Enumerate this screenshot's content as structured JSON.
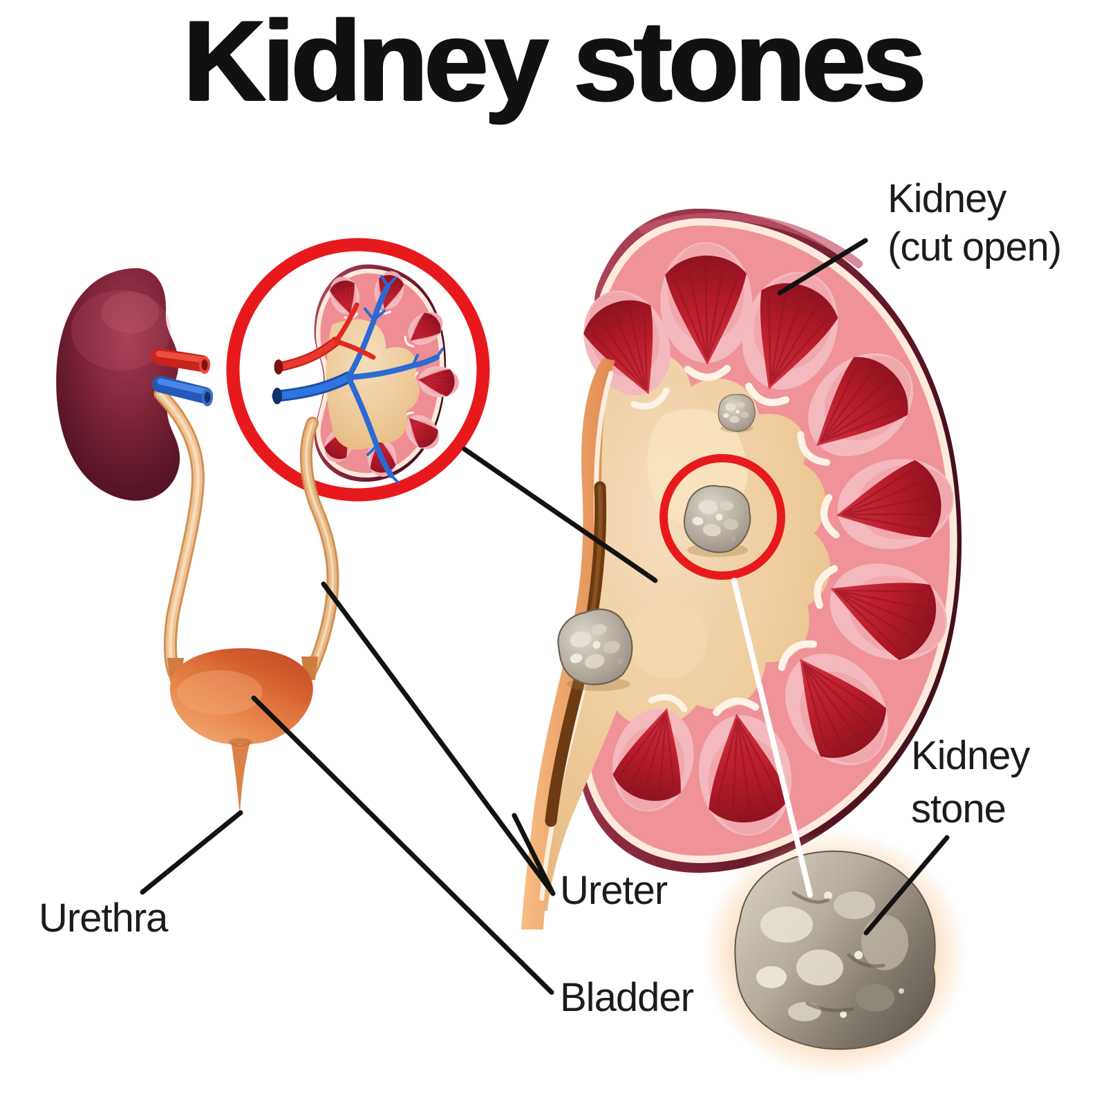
{
  "poster": {
    "title": "Kidney stones"
  },
  "labels": {
    "kidney_cut_open": {
      "line1": "Kidney",
      "line2": "(cut open)"
    },
    "kidney_stone": {
      "line1": "Kidney",
      "line2": "stone"
    },
    "ureter": "Ureter",
    "urethra": "Urethra",
    "bladder": "Bladder"
  },
  "colors": {
    "background": "#ffffff",
    "title_text": "#111111",
    "label_text": "#1c1c1c",
    "leader_line": "#121212",
    "accent_red_circle": "#e8191c",
    "kidney_whole_dark": "#6f1e30",
    "kidney_capsule": "#7e2038",
    "cortex_pink": "#ef9399",
    "pyramid_red": "#c0212e",
    "renal_pelvis_tan": "#eac28c",
    "ureter_tan": "#efc096",
    "artery_red": "#d92b22",
    "vein_blue": "#2a6ad4",
    "bladder_orange": "#e8854b",
    "stone_grey": "#a89e91",
    "stone_glow": "#f4c48a",
    "stone_pointer_line": "#ffffff"
  }
}
